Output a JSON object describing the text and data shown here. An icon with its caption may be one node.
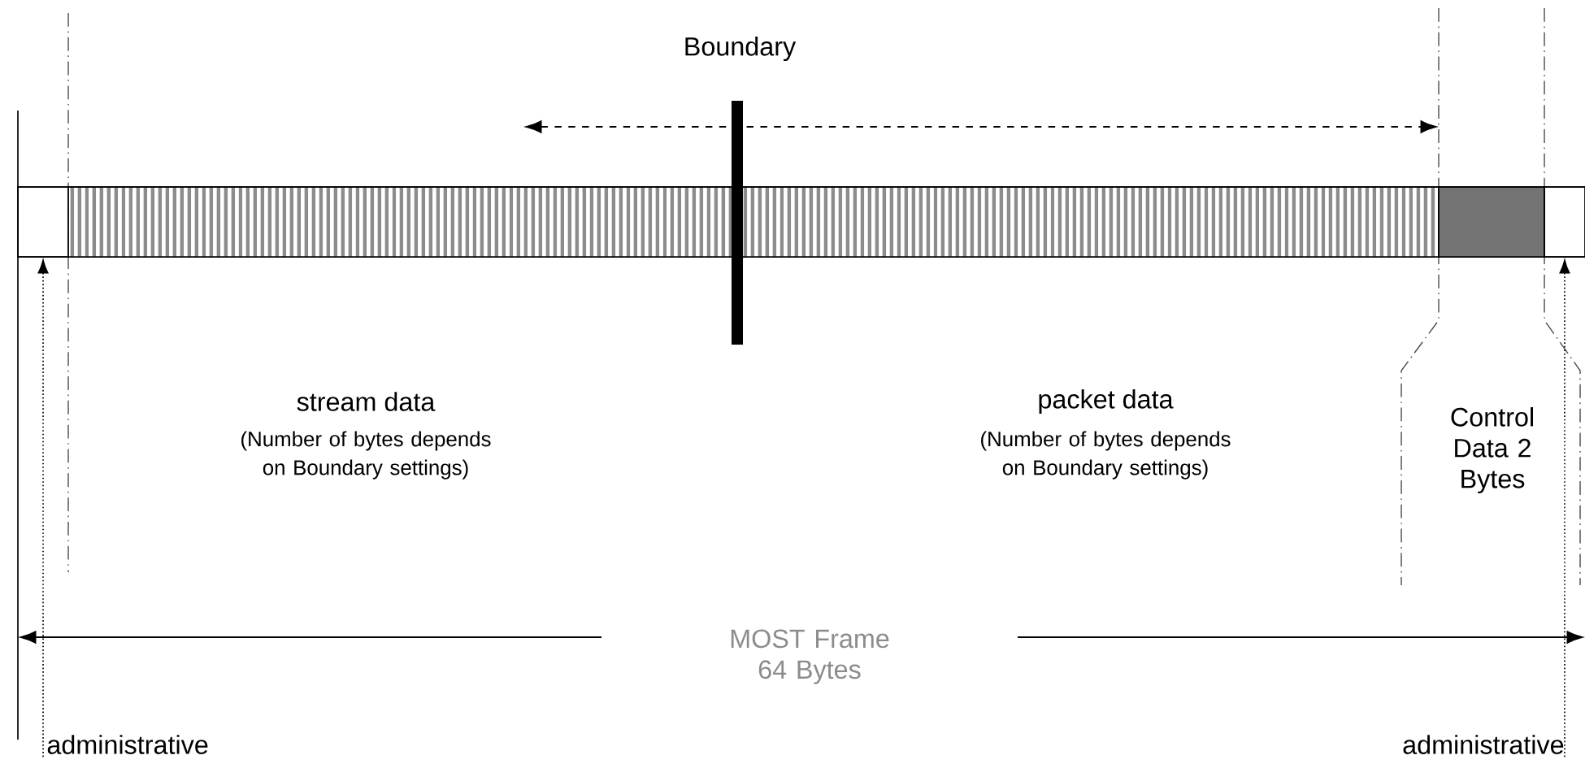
{
  "diagram": {
    "nodes": [
      {
        "text": [],
        "shape": "box"
      },
      {
        "text": [],
        "shape": "box"
      },
      {
        "text": [],
        "shape": "box"
      },
      {
        "text": [],
        "shape": "box"
      },
      {
        "text": [
          "administrative"
        ]
      },
      {
        "text": [
          "administrative"
        ]
      }
    ],
    "edges": [
      {
        "from": 4,
        "to": 0,
        "arrow": "to",
        "style": "dashed"
      },
      {
        "from": 5,
        "to": 3,
        "arrow": "to",
        "style": "dashed"
      }
    ],
    "labels": [
      "Boundary",
      "stream data",
      "(Number of bytes depends on Boundary settings)",
      "packet data",
      "(Number of bytes depends on Boundary settings)",
      "Control Data 2 Bytes",
      "MOST Frame 64 Bytes"
    ]
  }
}
